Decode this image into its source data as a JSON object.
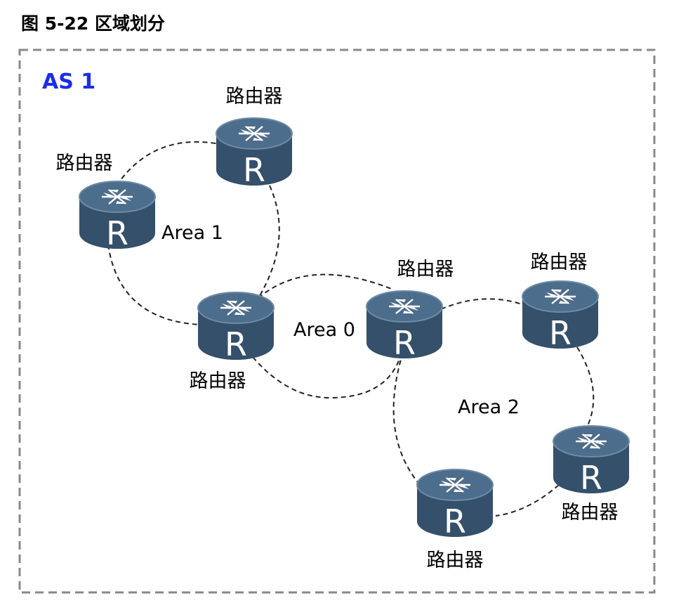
{
  "figure": {
    "title": "图 5-22 区域划分"
  },
  "as": {
    "label": "AS 1",
    "label_color": "#1a2ee8",
    "border_color": "#888888"
  },
  "areas": [
    {
      "id": "area1",
      "label": "Area 1"
    },
    {
      "id": "area0",
      "label": "Area 0"
    },
    {
      "id": "area2",
      "label": "Area 2"
    }
  ],
  "routers": [
    {
      "id": "r1",
      "label": "路由器",
      "letter": "R"
    },
    {
      "id": "r2",
      "label": "路由器",
      "letter": "R"
    },
    {
      "id": "r3",
      "label": "路由器",
      "letter": "R"
    },
    {
      "id": "r4",
      "label": "路由器",
      "letter": "R"
    },
    {
      "id": "r5",
      "label": "路由器",
      "letter": "R"
    },
    {
      "id": "r6",
      "label": "路由器",
      "letter": "R"
    },
    {
      "id": "r7",
      "label": "路由器",
      "letter": "R"
    }
  ],
  "links": [
    {
      "from": "r1",
      "to": "r2",
      "area": "area1"
    },
    {
      "from": "r2",
      "to": "r3",
      "area": "area1"
    },
    {
      "from": "r1",
      "to": "r3",
      "area": "area1"
    },
    {
      "from": "r3",
      "to": "r4",
      "area": "area0"
    },
    {
      "from": "r4",
      "to": "r3",
      "area": "area0"
    },
    {
      "from": "r4",
      "to": "r5",
      "area": "area2"
    },
    {
      "from": "r5",
      "to": "r6",
      "area": "area2"
    },
    {
      "from": "r6",
      "to": "r7",
      "area": "area2"
    },
    {
      "from": "r7",
      "to": "r4",
      "area": "area2"
    }
  ],
  "colors": {
    "router_top": "#4d6d8c",
    "router_side": "#34506b",
    "router_rim": "#6d8ba6",
    "link": "#222222"
  }
}
